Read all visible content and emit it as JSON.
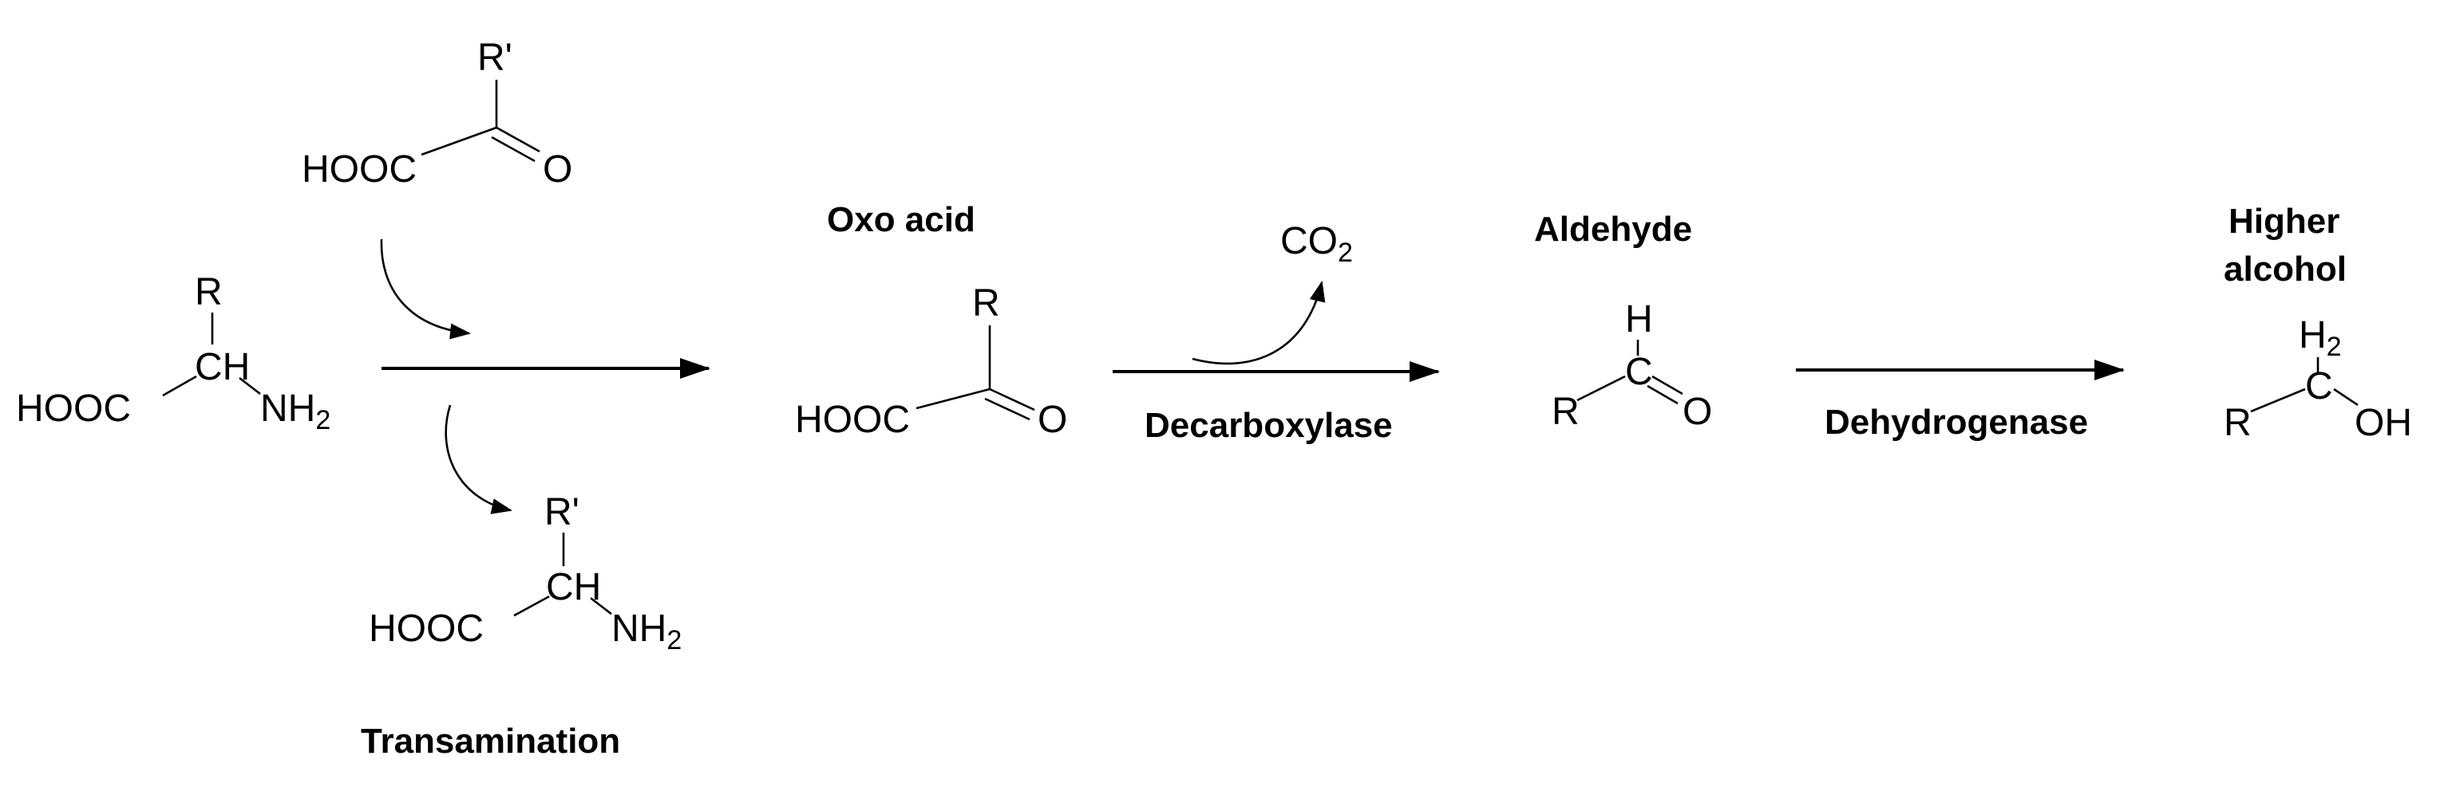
{
  "molecules": {
    "oxo_donor": {
      "substituent": "R'",
      "acid_group": "HOOC",
      "oxygen": "O"
    },
    "amino_acid": {
      "substituent": "R",
      "acid_group": "HOOC",
      "carbon": "CH",
      "amine": "NH",
      "amine_sub": "2"
    },
    "new_amino_acid": {
      "substituent": "R'",
      "acid_group": "HOOC",
      "carbon": "CH",
      "amine": "NH",
      "amine_sub": "2"
    },
    "oxo_acid": {
      "substituent": "R",
      "acid_group": "HOOC",
      "oxygen": "O"
    },
    "aldehyde": {
      "hydrogen": "H",
      "carbon": "C",
      "substituent": "R",
      "oxygen": "O"
    },
    "alcohol": {
      "hydrogen": "H",
      "hydrogen_sub": "2",
      "carbon": "C",
      "substituent": "R",
      "hydroxyl": "OH"
    },
    "co2": {
      "text": "CO",
      "sub": "2"
    }
  },
  "labels": {
    "transamination": "Transamination",
    "oxo_acid": "Oxo acid",
    "decarboxylase": "Decarboxylase",
    "aldehyde": "Aldehyde",
    "dehydrogenase": "Dehydrogenase",
    "higher_alcohol_line1": "Higher",
    "higher_alcohol_line2": "alcohol"
  }
}
